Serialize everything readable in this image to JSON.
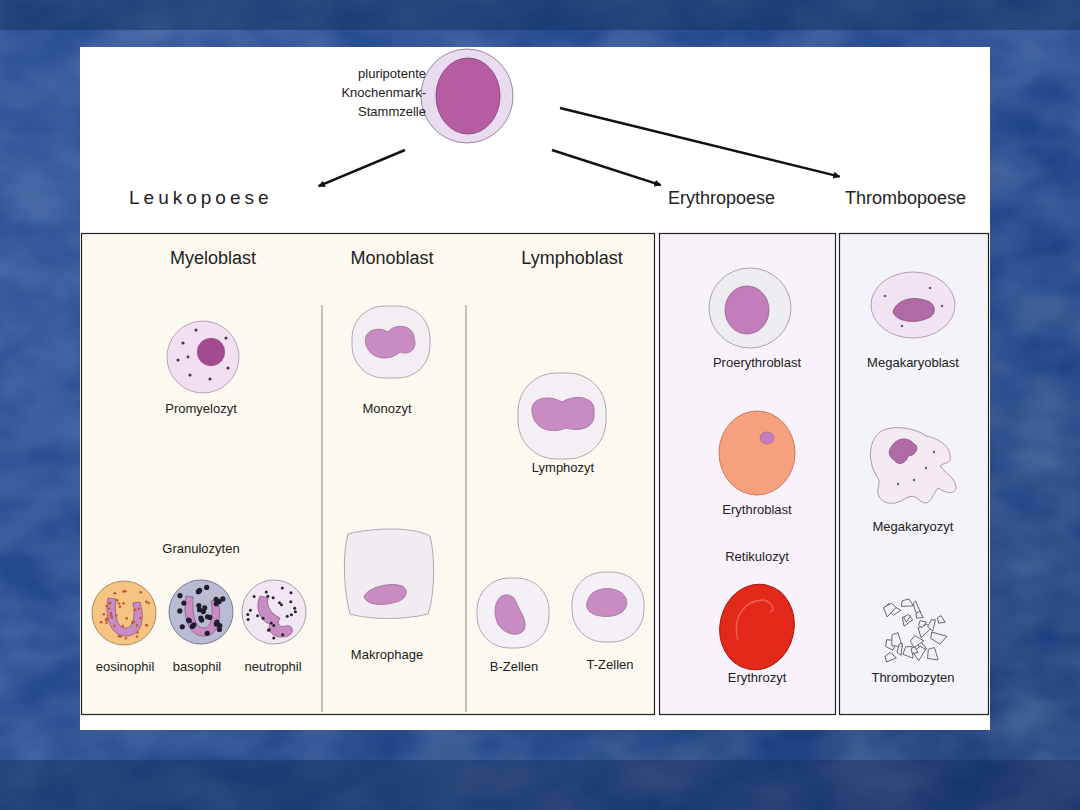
{
  "diagram": {
    "nodes": [
      {
        "text": [
          "pluripotente Knochenmark-Stammzelle"
        ]
      },
      {
        "text": [
          "Leukopoese"
        ]
      },
      {
        "text": [
          "Erythropoese"
        ]
      },
      {
        "text": [
          "Thrombopoese"
        ]
      }
    ],
    "edges": [
      {
        "from": 0,
        "to": 1,
        "arrow": "to"
      },
      {
        "from": 0,
        "to": 2,
        "arrow": "to"
      },
      {
        "from": 0,
        "to": 3,
        "arrow": "to"
      }
    ],
    "labels": [
      "Myeloblast",
      "Monoblast",
      "Lymphoblast",
      "Promyelozyt",
      "Monozyt",
      "Lymphozyt",
      "Granulozyten",
      "Makrophage",
      "eosinophil",
      "basophil",
      "neutrophil",
      "B-Zellen",
      "T-Zellen",
      "Proerythroblast",
      "Erythroblast",
      "Retikulozyt",
      "Erythrozyt",
      "Megakaryoblast",
      "Megakaryozyt",
      "Thrombozyten"
    ]
  }
}
